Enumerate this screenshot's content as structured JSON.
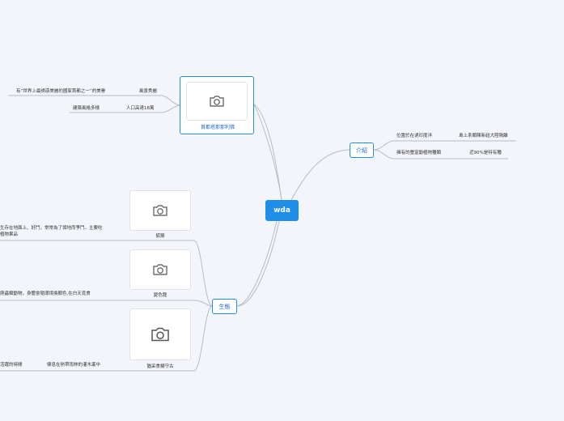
{
  "root": {
    "label": "wda"
  },
  "branches": {
    "capital": {
      "title": "首都塔那那利佛",
      "children": [
        {
          "label": "風景秀麗",
          "detail": "有“世界上最誘惑美麗的國家首都之一”的美譽"
        },
        {
          "label": "人口高達18萬",
          "detail": "建築風格多樣"
        }
      ]
    },
    "intro": {
      "title": "介紹",
      "children": [
        {
          "label": "位置於在诱印度洋",
          "detail": "島上系類陳新紐大陸隔離"
        },
        {
          "label": "擁有的豐富動植物種類",
          "detail": "近90%是特有種"
        }
      ]
    },
    "ecology": {
      "title": "生態",
      "children": [
        {
          "caption": "狐猴",
          "detail": "生存在地面上、好鬥，常常為了領地而爭鬥。主要吃",
          "detail2": "植物果品"
        },
        {
          "caption": "變色龍",
          "detail": "爬蟲類動物，身體會隨環境換顏色,在白天覓食"
        },
        {
          "caption": "猶采食擬守古",
          "label": "棲息在熱帶雨林的灌木叢中",
          "detail": "活躍的時間"
        }
      ]
    }
  },
  "colors": {
    "accent": "#1f8ee8",
    "line": "#b7bcc6",
    "background": "#f3f5fb"
  },
  "icons": {
    "image_placeholder": "camera-icon"
  }
}
